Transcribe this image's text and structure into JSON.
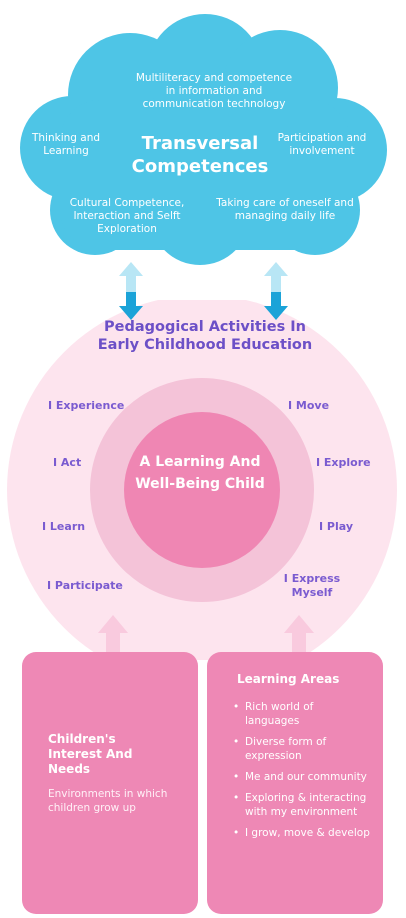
{
  "cloud": {
    "title": "Transversal Competences",
    "top_text": "Multiliteracy and competence in information and communication technology",
    "left_text": "Thinking and Learning",
    "right_text": "Participation and involvement",
    "bottom_left_text": "Cultural Competence, Interaction and Selft Exploration",
    "bottom_right_text": "Taking care of oneself and managing daily life"
  },
  "pedagogy": {
    "title": "Pedagogical Activities In Early Childhood Education",
    "center": "A Learning And Well-Being Child",
    "left_labels": [
      "I Experience",
      "I Act",
      "I Learn",
      "I Participate"
    ],
    "right_labels": [
      "I Move",
      "I Explore",
      "I Play",
      "I Express Myself"
    ]
  },
  "left_card": {
    "title": "Children's Interest And Needs",
    "text": "Environments in which children grow up"
  },
  "right_card": {
    "title": "Learning Areas",
    "items": [
      "Rich world of languages",
      "Diverse form of expression",
      "Me and our community",
      "Exploring & interacting with my environment",
      "I grow, move & develop"
    ]
  },
  "colors": {
    "cloud": "#4ec5e6",
    "arrow_dark": "#1ba3d8",
    "arrow_light": "#b8e6f5",
    "outer_circle": "#fde4ee",
    "ring": "#f4c3d8",
    "center": "#ef86b3",
    "card": "#ee88b5",
    "label": "#7a5bd0"
  }
}
